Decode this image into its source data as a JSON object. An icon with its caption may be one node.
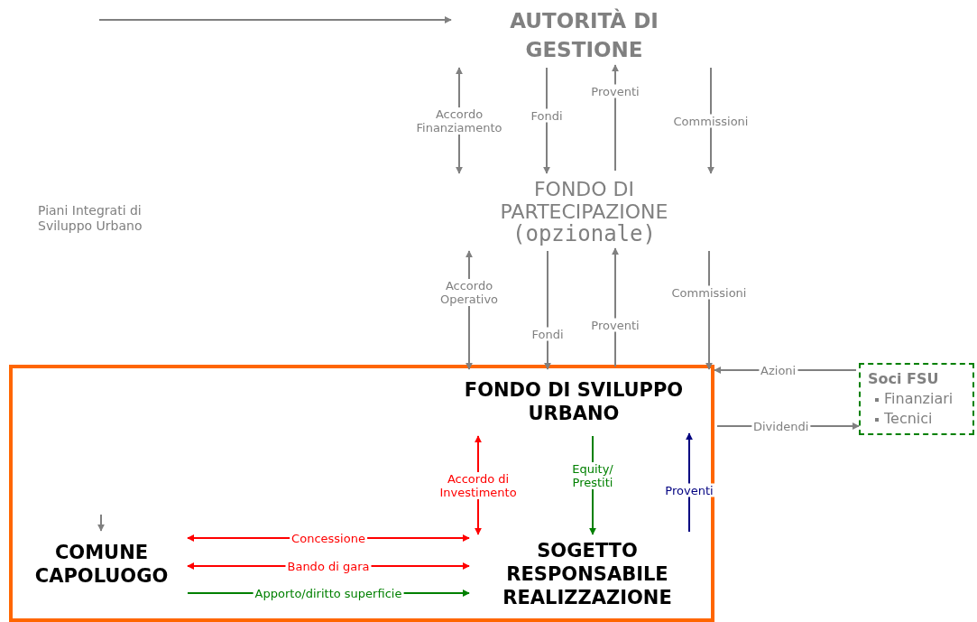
{
  "diagram": {
    "nodes": [
      {
        "text": [
          "AUTORITÀ DI GESTIONE"
        ]
      },
      {
        "text": [
          "FONDO DI PARTECIPAZIONE",
          "(opzionale)"
        ]
      },
      {
        "text": [],
        "shape": "box"
      },
      {
        "text": [
          "FONDO DI SVILUPPO URBANO"
        ],
        "in": 2
      },
      {
        "text": [
          "COMUNE CAPOLUOGO"
        ],
        "in": 2
      },
      {
        "text": [
          "SOGETTO RESPONSABILE REALIZZAZIONE"
        ],
        "in": 2
      },
      {
        "text": [
          "Soci FSU",
          "Finanziari",
          "Tecnici"
        ]
      }
    ],
    "edges": [
      {
        "from": null,
        "to": 0,
        "arrow": "to"
      },
      {
        "from": 0,
        "to": 1,
        "arrow": "both",
        "label": "Accordo Finanziamento"
      },
      {
        "from": 0,
        "to": 1,
        "arrow": "to",
        "label": "Fondi"
      },
      {
        "from": 1,
        "to": 0,
        "arrow": "to",
        "label": "Proventi"
      },
      {
        "from": 0,
        "to": 1,
        "arrow": "to",
        "label": "Commissioni"
      },
      {
        "from": 1,
        "to": 3,
        "arrow": "both",
        "label": "Accordo Operativo"
      },
      {
        "from": 1,
        "to": 3,
        "arrow": "to",
        "label": "Fondi"
      },
      {
        "from": 3,
        "to": 1,
        "arrow": "to",
        "label": "Proventi"
      },
      {
        "from": 1,
        "to": 3,
        "arrow": "to",
        "label": "Commissioni"
      },
      {
        "from": 6,
        "to": 3,
        "arrow": "to",
        "label": "Azioni"
      },
      {
        "from": 3,
        "to": 6,
        "arrow": "to",
        "label": "Dividendi"
      },
      {
        "from": 3,
        "to": 5,
        "arrow": "both",
        "label": "Accordo di Investimento",
        "color": "#ff0000"
      },
      {
        "from": 3,
        "to": 5,
        "arrow": "to",
        "label": "Equity/ Prestiti",
        "color": "#008000"
      },
      {
        "from": 5,
        "to": 3,
        "arrow": "to",
        "label": "Proventi",
        "color": "#000080"
      },
      {
        "from": 4,
        "to": 5,
        "arrow": "both",
        "label": "Concessione",
        "color": "#ff0000"
      },
      {
        "from": 4,
        "to": 5,
        "arrow": "both",
        "label": "Bando di gara",
        "color": "#ff0000"
      },
      {
        "from": 4,
        "to": 5,
        "arrow": "to",
        "label": "Apporto/diritto superficie",
        "color": "#008000"
      },
      {
        "from": null,
        "to": 4,
        "arrow": "to"
      }
    ],
    "labels": [
      "Piani Integrati di Sviluppo Urbano"
    ]
  }
}
